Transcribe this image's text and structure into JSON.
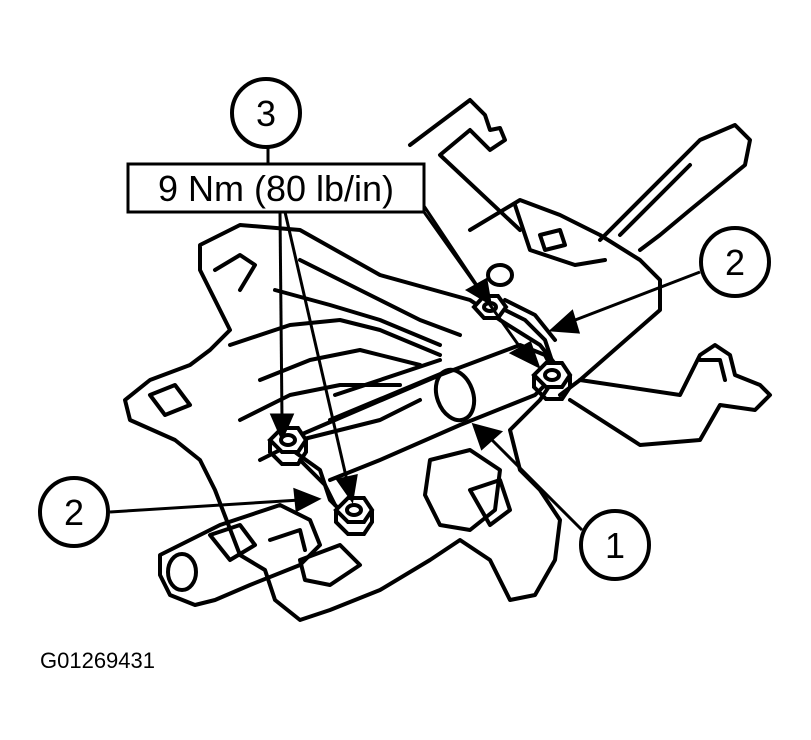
{
  "callouts": [
    {
      "label": "3"
    },
    {
      "label": "2"
    },
    {
      "label": "2"
    },
    {
      "label": "1"
    }
  ],
  "torque_spec": "9 Nm (80 lb/in)",
  "figure_id": "G01269431"
}
